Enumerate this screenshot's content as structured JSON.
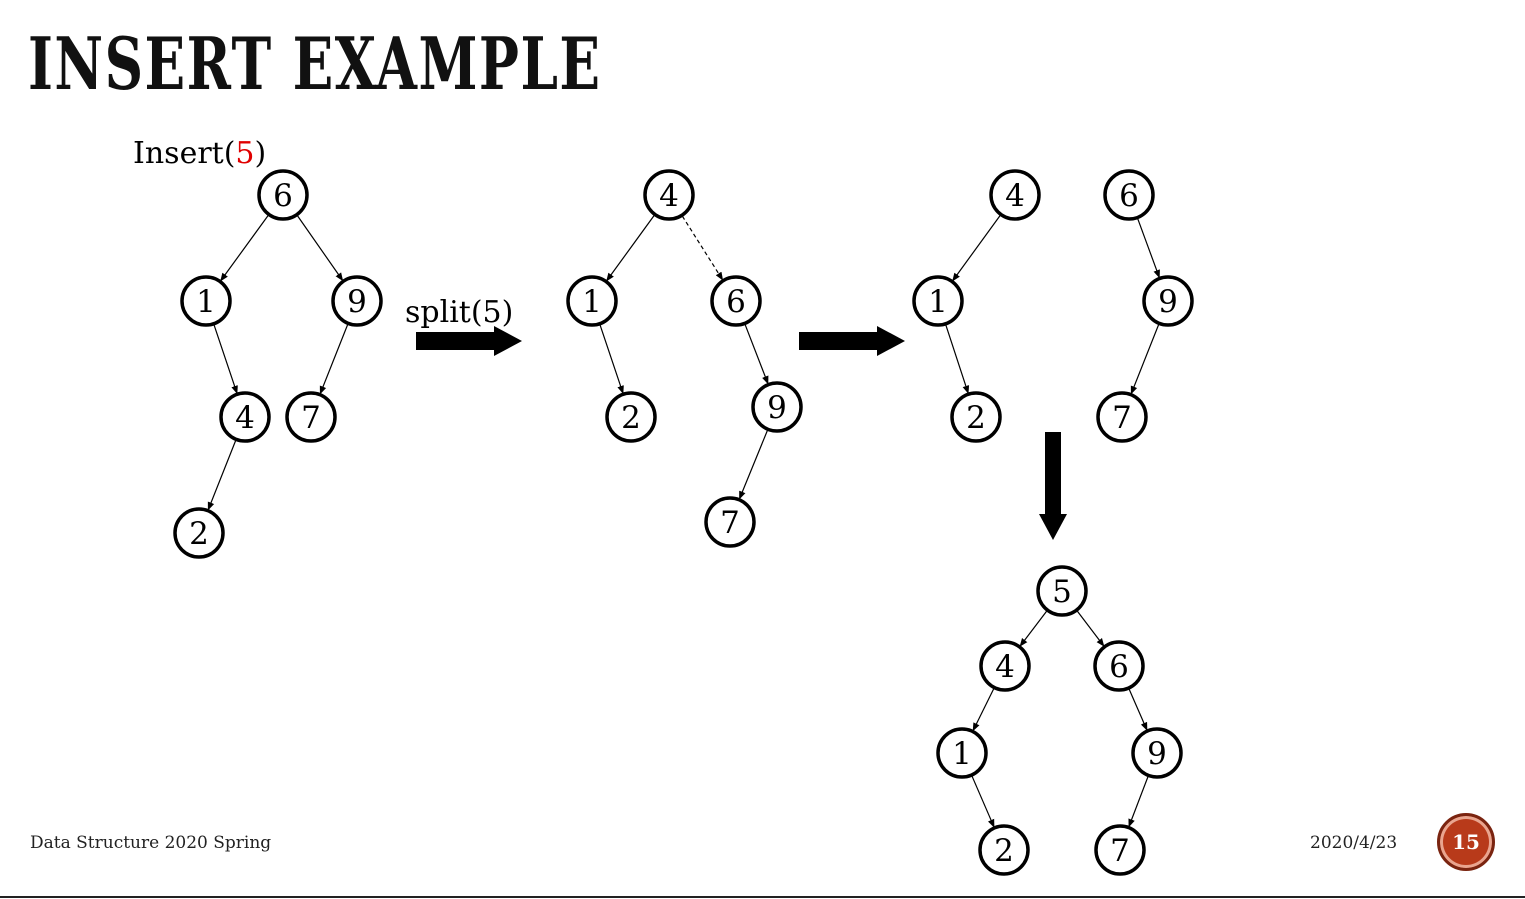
{
  "slide": {
    "title": "INSERT EXAMPLE",
    "footer_left": "Data Structure 2020 Spring",
    "date": "2020/4/23",
    "page_number": "15",
    "accent_color": "#b83a1a",
    "highlight_color": "#e00000"
  },
  "diagram": {
    "insert_label_prefix": "Insert(",
    "insert_value": "5",
    "insert_label_suffix": ")",
    "split_label": "split(5)",
    "trees": [
      {
        "id": "original",
        "root": "6",
        "nodes": [
          "6",
          "1",
          "9",
          "4",
          "7",
          "2"
        ],
        "edges": [
          [
            "6",
            "1"
          ],
          [
            "6",
            "9"
          ],
          [
            "1",
            "4"
          ],
          [
            "9",
            "7"
          ],
          [
            "4",
            "2"
          ]
        ]
      },
      {
        "id": "after-split",
        "root": "4",
        "nodes": [
          "4",
          "1",
          "6",
          "2",
          "9",
          "7"
        ],
        "edges": [
          [
            "4",
            "1"
          ],
          [
            "4",
            "6",
            "dashed"
          ],
          [
            "1",
            "2"
          ],
          [
            "6",
            "9"
          ],
          [
            "9",
            "7"
          ]
        ]
      },
      {
        "id": "left-part",
        "root": "4",
        "nodes": [
          "4",
          "1",
          "2"
        ],
        "edges": [
          [
            "4",
            "1"
          ],
          [
            "1",
            "2"
          ]
        ]
      },
      {
        "id": "right-part",
        "root": "6",
        "nodes": [
          "6",
          "9",
          "7"
        ],
        "edges": [
          [
            "6",
            "9"
          ],
          [
            "9",
            "7"
          ]
        ]
      },
      {
        "id": "result",
        "root": "5",
        "nodes": [
          "5",
          "4",
          "6",
          "1",
          "9",
          "2",
          "7"
        ],
        "edges": [
          [
            "5",
            "4"
          ],
          [
            "5",
            "6"
          ],
          [
            "4",
            "1"
          ],
          [
            "6",
            "9"
          ],
          [
            "1",
            "2"
          ],
          [
            "9",
            "7"
          ]
        ]
      }
    ]
  }
}
